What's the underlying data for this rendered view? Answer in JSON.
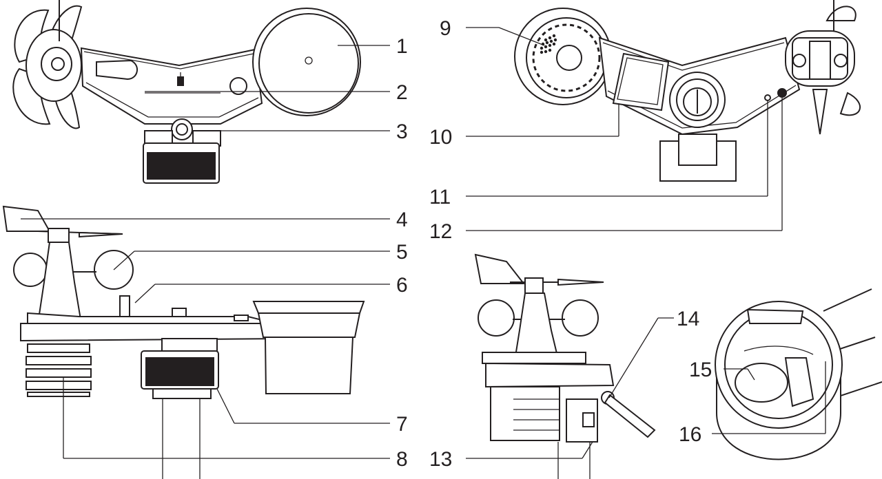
{
  "diagram": {
    "callouts": [
      {
        "key": "c1",
        "text": "1"
      },
      {
        "key": "c2",
        "text": "2"
      },
      {
        "key": "c3",
        "text": "3"
      },
      {
        "key": "c4",
        "text": "4"
      },
      {
        "key": "c5",
        "text": "5"
      },
      {
        "key": "c6",
        "text": "6"
      },
      {
        "key": "c7",
        "text": "7"
      },
      {
        "key": "c8",
        "text": "8"
      },
      {
        "key": "c9",
        "text": "9"
      },
      {
        "key": "c10",
        "text": "10"
      },
      {
        "key": "c11",
        "text": "11"
      },
      {
        "key": "c12",
        "text": "12"
      },
      {
        "key": "c13",
        "text": "13"
      },
      {
        "key": "c14",
        "text": "14"
      },
      {
        "key": "c15",
        "text": "15"
      },
      {
        "key": "c16",
        "text": "16"
      }
    ]
  }
}
